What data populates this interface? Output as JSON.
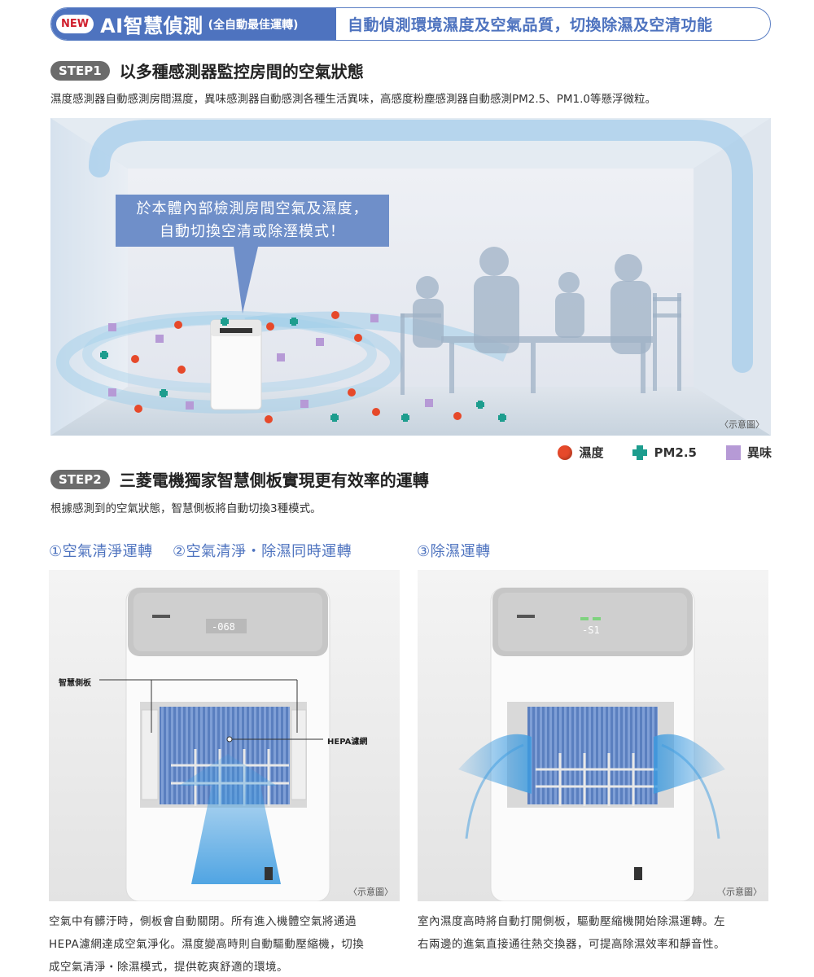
{
  "banner": {
    "new_badge": "NEW",
    "title": "AI智慧偵測",
    "subtitle": "(全自動最佳運轉)",
    "description": "自動偵測環境濕度及空氣品質，切換除濕及空清功能"
  },
  "step1": {
    "pill": "STEP1",
    "title": "以多種感測器監控房間的空氣狀態",
    "description": "濕度感測器自動感測房間濕度，異味感測器自動感測各種生活異味，高感度粉塵感測器自動感測PM2.5、PM1.0等懸浮微粒。",
    "callout_line1": "於本體內部檢測房間空氣及濕度，",
    "callout_line2": "自動切換空清或除溼模式！",
    "caption": "〈示意圖〉"
  },
  "legend": {
    "humidity": "濕度",
    "pm25": "PM2.5",
    "odor": "異味"
  },
  "step2": {
    "pill": "STEP2",
    "title": "三菱電機獨家智慧側板實現更有效率的運轉",
    "description": "根據感測到的空氣狀態，智慧側板將自動切換3種模式。"
  },
  "modes": {
    "mode1": "①空氣清淨運轉",
    "mode2": "②空氣清淨・除濕同時運轉",
    "mode3": "③除濕運轉",
    "label_panel": "智慧側板",
    "label_hepa": "HEPA濾網",
    "display_left": "-068",
    "display_right": "-S1",
    "caption_left": "〈示意圖〉",
    "caption_right": "〈示意圖〉",
    "text_left_1": "空氣中有髒汙時，側板會自動關閉。所有進入機體空氣將通過",
    "text_left_2": "HEPA濾網達成空氣淨化。濕度變高時則自動驅動壓縮機，切換",
    "text_left_3": "成空氣清淨・除濕模式，提供乾爽舒適的環境。",
    "text_right_1": "室內濕度高時將自動打開側板，驅動壓縮機開始除濕運轉。左",
    "text_right_2": "右兩邊的進氣直接通往熱交換器，可提高除濕效率和靜音性。"
  },
  "colors": {
    "accent": "#4e73bf",
    "humidity": "#e6492a",
    "pm25": "#1d9d8e",
    "odor": "#b69ad6"
  }
}
